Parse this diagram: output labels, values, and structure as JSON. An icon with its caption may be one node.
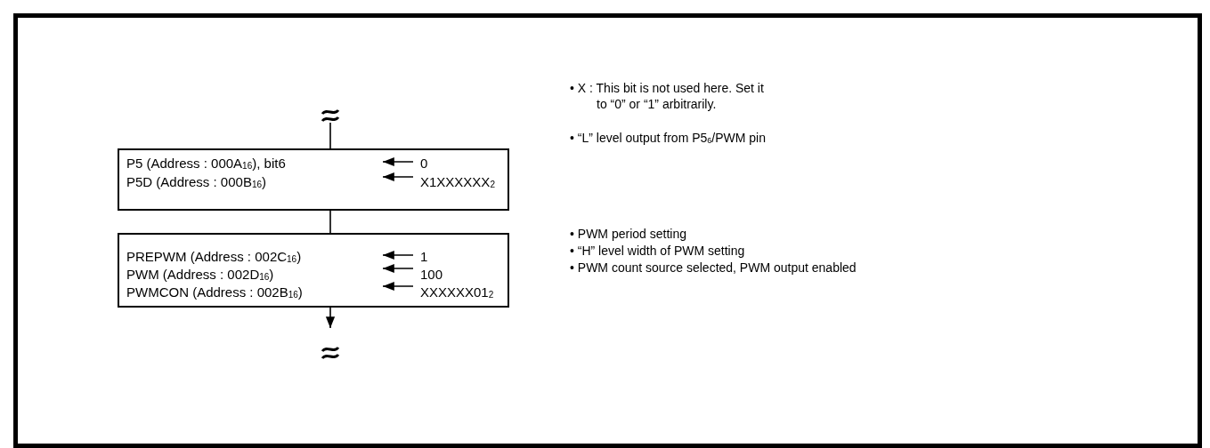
{
  "diagram": {
    "nodes": [
      {
        "text": [
          "P5 (Address : 000A$_{16}$), bit6",
          "0",
          "P5D (Address : 000B$_{16}$)",
          "X1XXXXXX$_{2}$"
        ]
      },
      {
        "text": [
          "PREPWM (Address : 002C$_{16}$)",
          "1",
          "PWM (Address : 002D$_{16}$)",
          "100",
          "PWMCON (Address : 002B$_{16}$)",
          "XXXXXX01$_{2}$"
        ]
      }
    ],
    "edges": [
      {
        "from": null,
        "to": 0,
        "arrow": "none"
      },
      {
        "from": 0,
        "to": 1,
        "arrow": "none"
      },
      {
        "from": 1,
        "to": null,
        "arrow": "to"
      }
    ],
    "labels": [
      "• X : This bit is not used here. Set it to “0” or “1” arbitrarily.",
      "• “L” level output from P5$_{6}$/PWM pin",
      "• PWM period setting",
      "• “H” level width of PWM setting",
      "• PWM count source selected, PWM output enabled"
    ]
  }
}
